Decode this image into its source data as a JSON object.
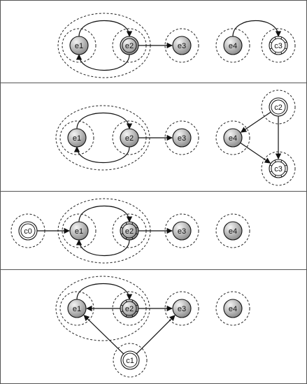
{
  "colors": {
    "node_gradient_light": "#f4f4f4",
    "node_gradient_dark": "#8a8a8a",
    "stroke": "#111111",
    "panel_border": "#555555",
    "background": "#ffffff"
  },
  "panels": [
    {
      "id": "panel-1",
      "nodes": [
        {
          "id": "e1",
          "label": "e1",
          "style": "shaded"
        },
        {
          "id": "e2",
          "label": "e2",
          "style": "shaded-double"
        },
        {
          "id": "e3",
          "label": "e3",
          "style": "shaded"
        },
        {
          "id": "e4",
          "label": "e4",
          "style": "shaded"
        },
        {
          "id": "c3",
          "label": "c3",
          "style": "white-notched"
        }
      ],
      "edges": [
        {
          "from": "e1",
          "to": "e2",
          "kind": "curve-top"
        },
        {
          "from": "e2",
          "to": "e1",
          "kind": "curve-bottom"
        },
        {
          "from": "e2",
          "to": "e3",
          "kind": "straight"
        },
        {
          "from": "e4",
          "to": "c3",
          "kind": "curve-top"
        }
      ]
    },
    {
      "id": "panel-2",
      "nodes": [
        {
          "id": "e1",
          "label": "e1",
          "style": "shaded"
        },
        {
          "id": "e2",
          "label": "e2",
          "style": "shaded"
        },
        {
          "id": "e3",
          "label": "e3",
          "style": "shaded"
        },
        {
          "id": "e4",
          "label": "e4",
          "style": "shaded"
        },
        {
          "id": "c2",
          "label": "c2",
          "style": "white-double"
        },
        {
          "id": "c3",
          "label": "c3",
          "style": "white-notched"
        }
      ],
      "edges": [
        {
          "from": "e1",
          "to": "e2",
          "kind": "curve-top"
        },
        {
          "from": "e2",
          "to": "e1",
          "kind": "curve-bottom"
        },
        {
          "from": "e2",
          "to": "e3",
          "kind": "straight"
        },
        {
          "from": "c2",
          "to": "e4",
          "kind": "straight"
        },
        {
          "from": "c2",
          "to": "c3",
          "kind": "straight"
        },
        {
          "from": "e4",
          "to": "c3",
          "kind": "straight"
        }
      ]
    },
    {
      "id": "panel-3",
      "nodes": [
        {
          "id": "c0",
          "label": "c0",
          "style": "white-double"
        },
        {
          "id": "e1",
          "label": "e1",
          "style": "shaded"
        },
        {
          "id": "e2",
          "label": "e2",
          "style": "shaded-notched"
        },
        {
          "id": "e3",
          "label": "e3",
          "style": "shaded"
        },
        {
          "id": "e4",
          "label": "e4",
          "style": "shaded"
        }
      ],
      "edges": [
        {
          "from": "c0",
          "to": "e1",
          "kind": "straight"
        },
        {
          "from": "e1",
          "to": "e2",
          "kind": "curve-top"
        },
        {
          "from": "e2",
          "to": "e1",
          "kind": "curve-bottom"
        },
        {
          "from": "e2",
          "to": "e3",
          "kind": "straight"
        }
      ]
    },
    {
      "id": "panel-4",
      "nodes": [
        {
          "id": "e1",
          "label": "e1",
          "style": "shaded"
        },
        {
          "id": "e2",
          "label": "e2",
          "style": "shaded-notched"
        },
        {
          "id": "e3",
          "label": "e3",
          "style": "shaded"
        },
        {
          "id": "e4",
          "label": "e4",
          "style": "shaded"
        },
        {
          "id": "c1",
          "label": "c1",
          "style": "white-double"
        }
      ],
      "edges": [
        {
          "from": "e1",
          "to": "e2",
          "kind": "curve-top"
        },
        {
          "from": "e2",
          "to": "e1",
          "kind": "straight"
        },
        {
          "from": "e2",
          "to": "e3",
          "kind": "straight"
        },
        {
          "from": "c1",
          "to": "e1",
          "kind": "straight"
        },
        {
          "from": "c1",
          "to": "e3",
          "kind": "straight"
        }
      ]
    }
  ]
}
